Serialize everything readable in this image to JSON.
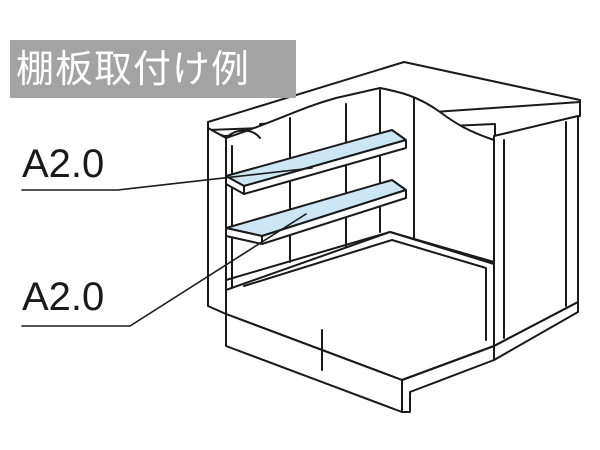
{
  "title": "棚板取付け例",
  "callouts": [
    {
      "label": "A2.0"
    },
    {
      "label": "A2.0"
    }
  ],
  "colors": {
    "title_bg": "#a3a3a3",
    "title_text": "#ffffff",
    "shelf_fill": "#cde6f3",
    "line": "#1a1a1a"
  }
}
